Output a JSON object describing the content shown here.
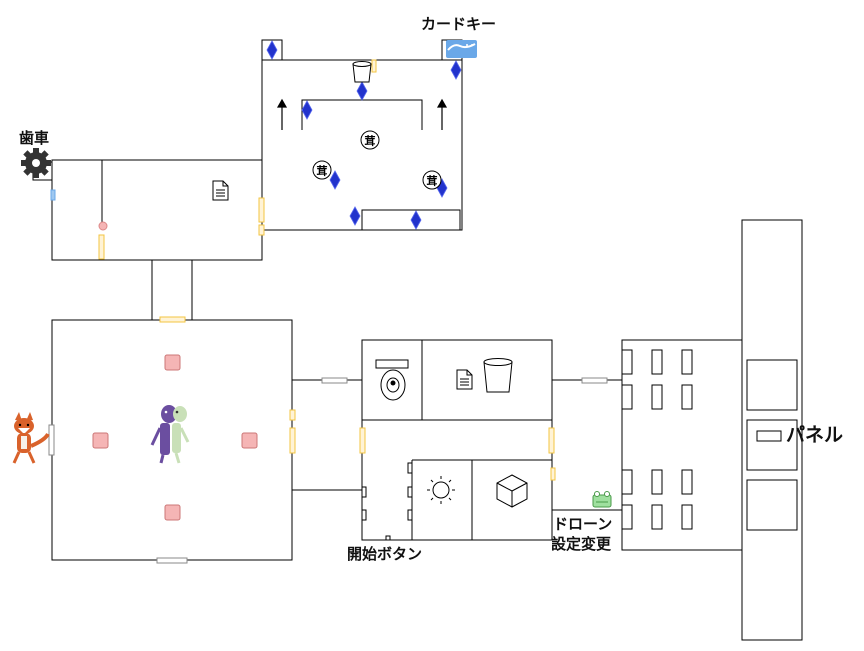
{
  "labels": {
    "card_key": "カードキー",
    "gear": "歯車",
    "panel": "パネル",
    "drone_line1": "ドローン",
    "drone_line2": "設定変更",
    "start_button": "開始ボタン"
  },
  "trap_glyph": "茸",
  "colors": {
    "wall": "#000000",
    "door_yellow": "#f3c542",
    "door_fill": "#fff3d6",
    "door_gray": "#999999",
    "crystal": "#2233cc",
    "pink_tile": "#f5b5b5",
    "card_key": "#6aa8e8",
    "gear": "#333333",
    "fox": "#d9622b",
    "monster_purple": "#6b4ea0",
    "monster_green": "#c9e0b8",
    "drone": "#7bd07b"
  },
  "icons": [
    "card-key-icon",
    "gear-icon",
    "document-icon",
    "bucket-icon",
    "arrow-up-icon",
    "trap-icon",
    "crystal-icon",
    "toilet-icon",
    "sun-icon",
    "cube-icon",
    "drone-icon",
    "fox-character",
    "monster-character",
    "pressure-plate"
  ]
}
